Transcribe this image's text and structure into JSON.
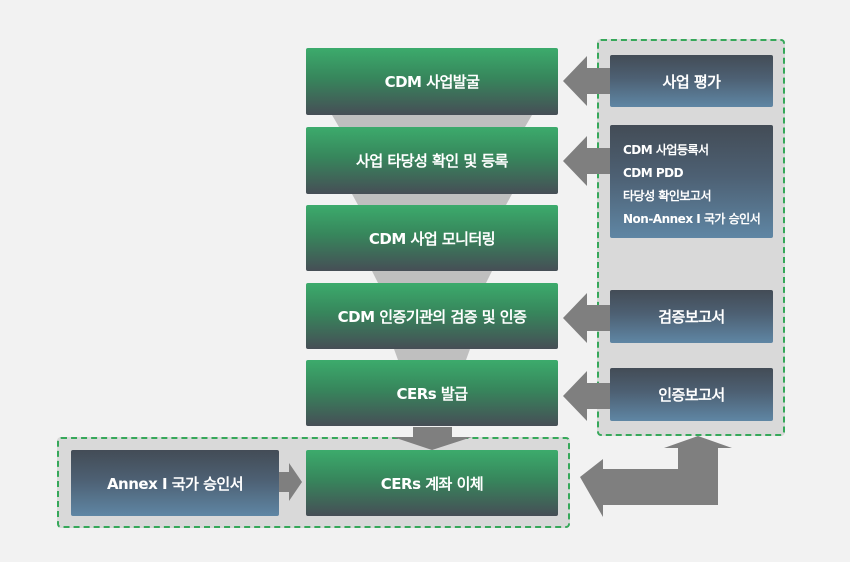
{
  "flow": {
    "steps": [
      "CDM 사업발굴",
      "사업 타당성 확인 및 등록",
      "CDM 사업 모니터링",
      "CDM 인증기관의 검증 및 인증",
      "CERs 발급",
      "CERs 계좌 이체"
    ]
  },
  "side": {
    "business_eval": "사업 평가",
    "documents": [
      "CDM 사업등록서",
      "CDM PDD",
      "타당성 확인보고서",
      "Non-Annex I 국가 승인서"
    ],
    "verification_report": "검증보고서",
    "certification_report": "인증보고서"
  },
  "bottom": {
    "annex_approval": "Annex I 국가 승인서"
  },
  "colors": {
    "green_top": "#3cab6c",
    "green_bottom": "#464e56",
    "blue_top": "#434c56",
    "blue_bottom": "#5f86a4",
    "group_border": "#36a85a",
    "group_fill": "#d9d9d9",
    "arrow": "#7f7f7f"
  }
}
